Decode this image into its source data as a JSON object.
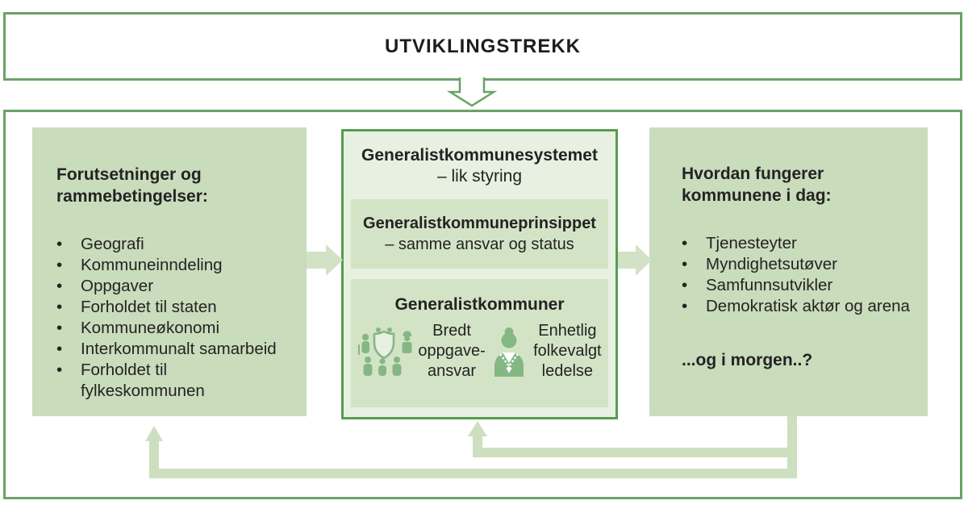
{
  "banner": {
    "title": "UTVIKLINGSTREKK"
  },
  "list_bullet": "•",
  "left_box": {
    "title": "Forutsetninger og\nrammebetingelser:",
    "items": [
      "Geografi",
      "Kommuneinndeling",
      "Oppgaver",
      "Forholdet til staten",
      "Kommuneøkonomi",
      "Interkommunalt samarbeid",
      "Forholdet til fylkeskommunen"
    ]
  },
  "center_box": {
    "title": "Generalistkommunesystemet",
    "subtitle": "– lik styring",
    "principle": {
      "title": "Generalistkommuneprinsippet",
      "subtitle": "– samme ansvar og status"
    },
    "municipalities": {
      "title": "Generalistkommuner",
      "features": [
        {
          "icon": "people-shield-icon",
          "label": "Bredt\noppgave-\nansvar"
        },
        {
          "icon": "mayor-chain-icon",
          "label": "Enhetlig\nfolkevalgt\nledelse"
        }
      ]
    }
  },
  "right_box": {
    "title": "Hvordan fungerer\nkommunene i dag:",
    "items": [
      "Tjenesteyter",
      "Myndighetsutøver",
      "Samfunnsutvikler",
      "Demokratisk aktør og arena"
    ],
    "footer": "...og i morgen..?"
  },
  "icons": {
    "down_arrow": "down-arrow-icon",
    "flow_arrow_left": "flow-arrow-left-to-center-icon",
    "flow_arrow_right": "flow-arrow-center-to-right-icon",
    "feedback_arrows": "feedback-arrows-icon"
  },
  "colors": {
    "outer_border": "#6ba167",
    "center_border": "#569c52",
    "side_box_fill": "#c9dcbb",
    "center_fill": "#e8f0e1",
    "inner_box_fill": "#d3e4c6",
    "flow_arrow_fill": "#d2e3c5",
    "feedback_fill": "#cddfbf",
    "icon_green": "#85b785",
    "text": "#232323"
  }
}
